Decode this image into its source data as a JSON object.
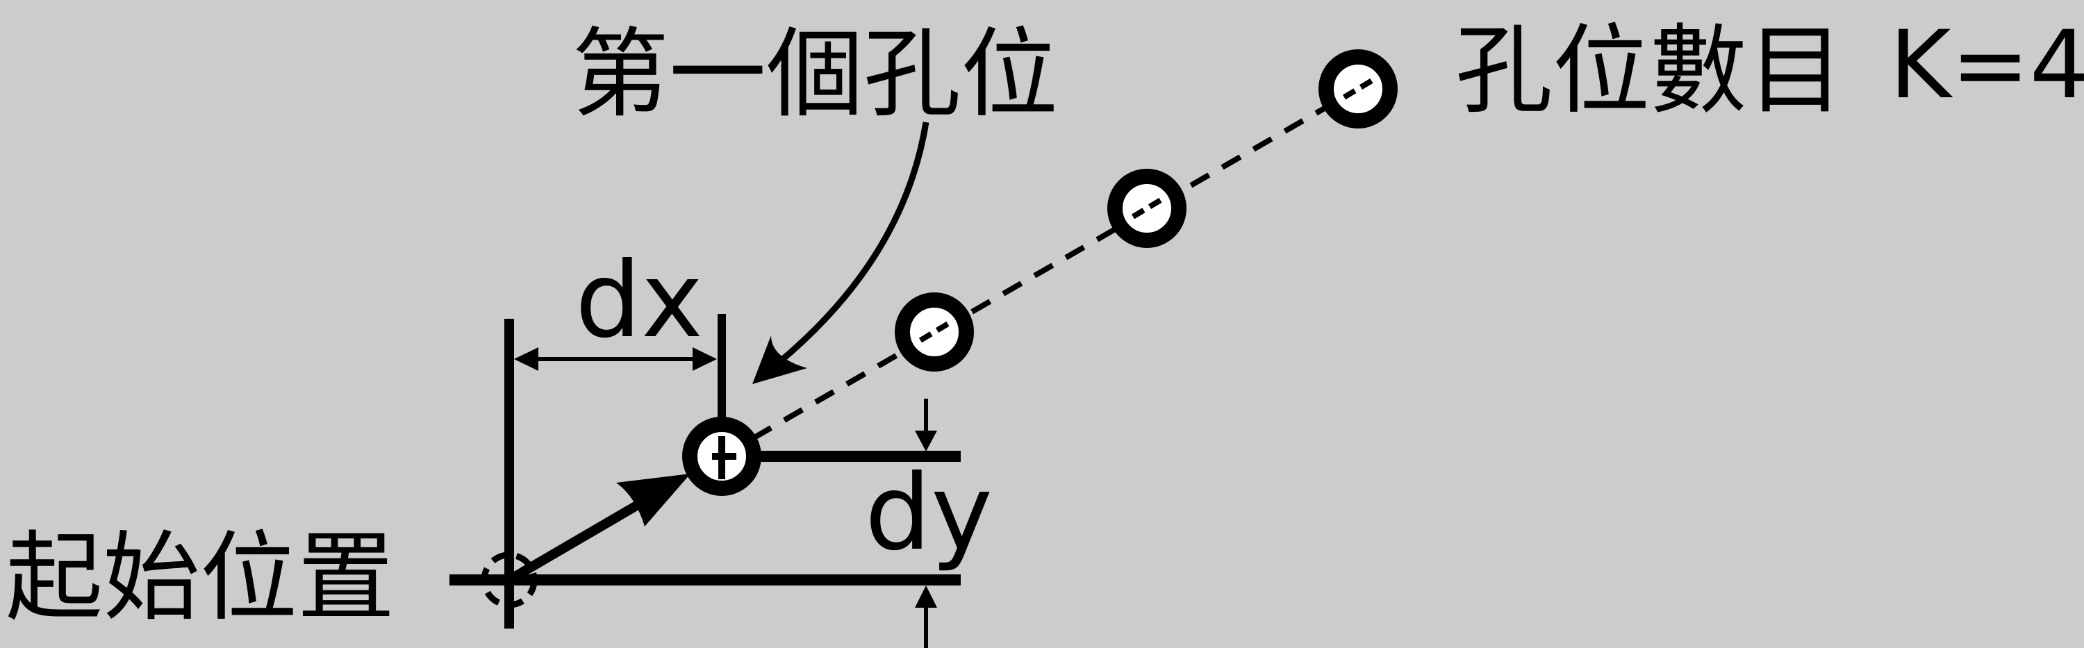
{
  "labels": {
    "start_position": "起始位置",
    "first_hole": "第一個孔位",
    "hole_count": "孔位數目",
    "k_value": "K=4",
    "dx": "dx",
    "dy": "dy"
  },
  "colors": {
    "background": "#cccccc",
    "ink": "#000000",
    "hole_fill": "#ffffff"
  },
  "hole_count": 4
}
